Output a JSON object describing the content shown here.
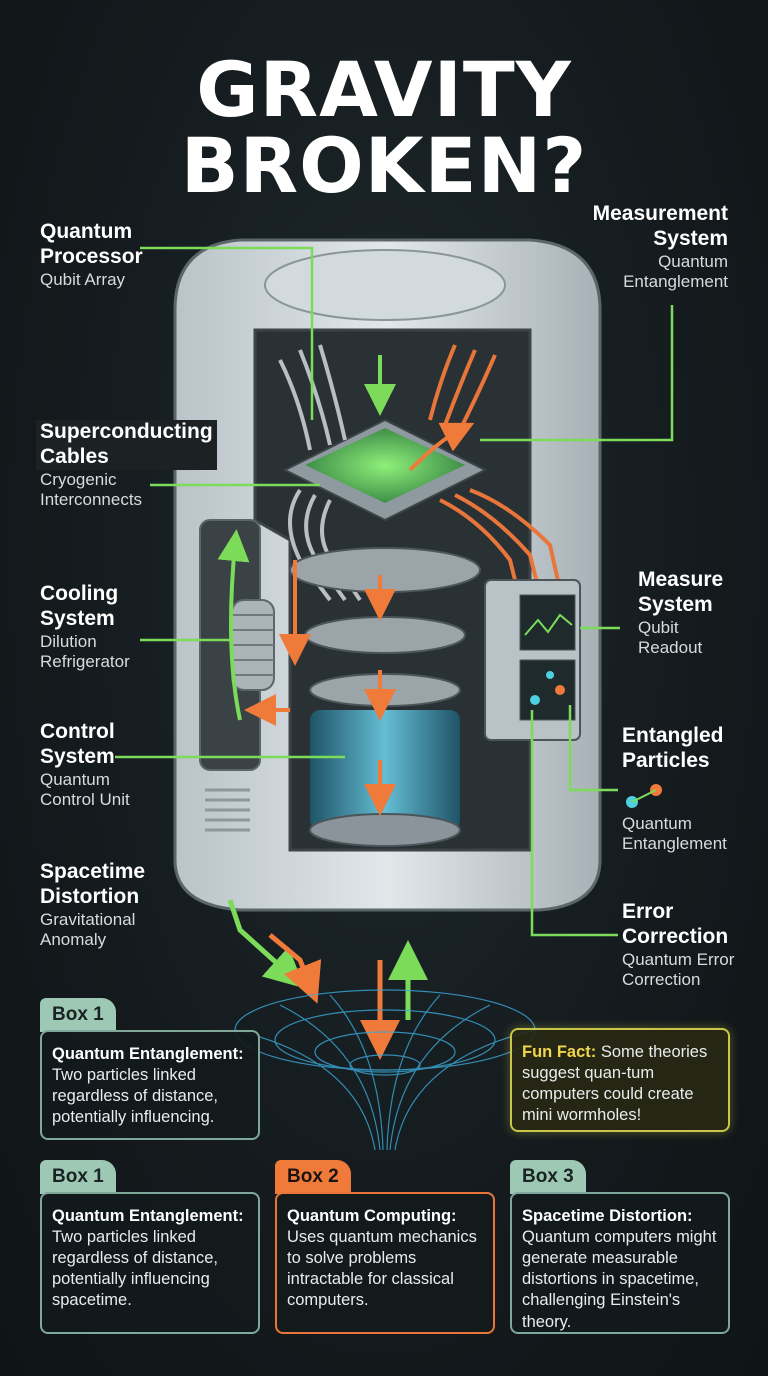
{
  "title": "GRAVITY BROKEN?",
  "labels": {
    "quantum_processor": {
      "title": "Quantum\nProcessor",
      "sub": "Qubit Array"
    },
    "measurement_system": {
      "title": "Measurement\nSystem",
      "sub": "Quantum\nEntanglement"
    },
    "superconducting_cables": {
      "title": "Superconducting\nCables",
      "sub": "Cryogenic\nInterconnects"
    },
    "cooling_system": {
      "title": "Cooling\nSystem",
      "sub": "Dilution\nRefrigerator"
    },
    "measure_system": {
      "title": "Measure\nSystem",
      "sub": "Qubit\nReadout"
    },
    "control_system": {
      "title": "Control\nSystem",
      "sub": "Quantum\nControl Unit"
    },
    "entangled_particles": {
      "title": "Entangled\nParticles",
      "sub": "Quantum\nEntanglement"
    },
    "spacetime_distortion": {
      "title": "Spacetime\nDistortion",
      "sub": "Gravitational\nAnomaly"
    },
    "error_correction": {
      "title": "Error\nCorrection",
      "sub": "Quantum Error\nCorrection"
    }
  },
  "boxes": {
    "top_box": {
      "tab": "Box 1",
      "heading": "Quantum Entanglement:",
      "body": "Two particles linked regardless of distance, potentially influencing."
    },
    "fun_fact": {
      "key": "Fun Fact:",
      "body": " Some theories suggest quan-tum computers could create mini wormholes!"
    },
    "box1": {
      "tab": "Box 1",
      "heading": "Quantum Entanglement:",
      "body": "Two particles linked regardless of distance, potentially influencing spacetime."
    },
    "box2": {
      "tab": "Box 2",
      "heading": "Quantum Computing:",
      "body": "Uses quantum mechanics to solve problems intractable for classical computers."
    },
    "box3": {
      "tab": "Box 3",
      "heading": "Spacetime Distortion:",
      "body": "Quantum computers might generate measurable distortions in spacetime, challenging Einstein's theory."
    }
  },
  "colors": {
    "accent_green": "#7cdc5a",
    "accent_orange": "#f07a3a",
    "box_border": "#7fa89a",
    "fun_border": "#c9c64a"
  }
}
